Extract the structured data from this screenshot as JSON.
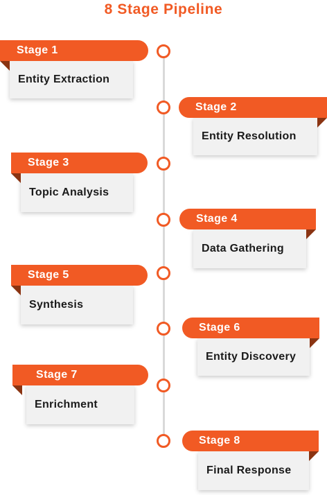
{
  "title": "8 Stage Pipeline",
  "stages": [
    {
      "label": "Stage 1",
      "name": "Entity Extraction"
    },
    {
      "label": "Stage 2",
      "name": "Entity Resolution"
    },
    {
      "label": "Stage 3",
      "name": "Topic Analysis"
    },
    {
      "label": "Stage 4",
      "name": "Data Gathering"
    },
    {
      "label": "Stage 5",
      "name": "Synthesis"
    },
    {
      "label": "Stage 6",
      "name": "Entity Discovery"
    },
    {
      "label": "Stage 7",
      "name": "Enrichment"
    },
    {
      "label": "Stage 8",
      "name": "Final Response"
    }
  ],
  "colors": {
    "accent": "#f15a24",
    "fold": "#8a3412",
    "card": "#f1f1f1",
    "line": "#d9d9d9"
  }
}
